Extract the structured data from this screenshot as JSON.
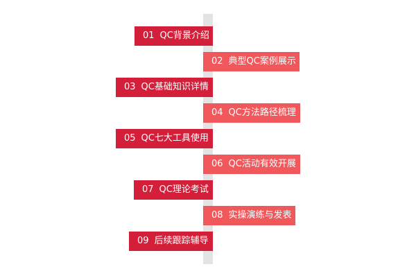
{
  "items": [
    {
      "num": "01",
      "text": "QC背景介绍"
    },
    {
      "num": "02",
      "text": "典型QC案例展示"
    },
    {
      "num": "03",
      "text": "QC基础知识详情"
    },
    {
      "num": "04",
      "text": "QC方法路径梳理"
    },
    {
      "num": "05",
      "text": "QC七大工具使用"
    },
    {
      "num": "06",
      "text": "QC活动有效开展"
    },
    {
      "num": "07",
      "text": "QC理论考试"
    },
    {
      "num": "08",
      "text": "实操演练与发表"
    },
    {
      "num": "09",
      "text": "后续跟踪辅导"
    }
  ],
  "colors": {
    "left": "#d41f3a",
    "right": "#f0585c",
    "axis": "#e3e3e3"
  }
}
